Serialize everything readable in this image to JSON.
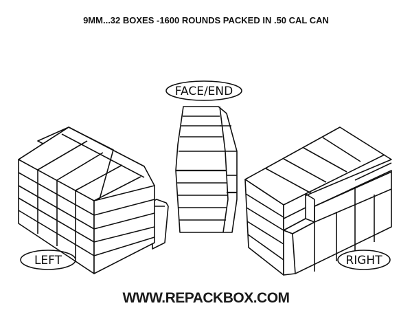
{
  "title": "9MM...32 BOXES -1600 ROUNDS PACKED IN .50 CAL CAN",
  "views": {
    "left": {
      "label": "LEFT"
    },
    "face": {
      "label": "FACE/END"
    },
    "right": {
      "label": "RIGHT"
    }
  },
  "footer": "WWW.REPACKBOX.COM",
  "colors": {
    "line": "#111111",
    "background": "#ffffff"
  }
}
